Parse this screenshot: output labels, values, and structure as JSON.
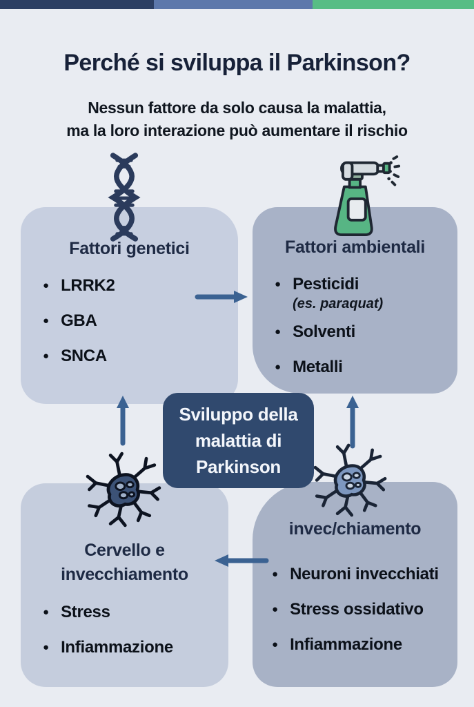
{
  "header": {
    "title": "Perché si sviluppa il Parkinson?",
    "subtitle_line1": "Nessun fattore da solo causa la malattia,",
    "subtitle_line2": "ma la loro interazione può aumentare il rischio"
  },
  "boxes": {
    "genetic": {
      "title": "Fattori genetici",
      "icon": "dna-icon",
      "items": [
        "LRRK2",
        "GBA",
        "SNCA"
      ]
    },
    "environment": {
      "title": "Fattori ambientali",
      "icon": "spray-bottle-icon",
      "items": [
        "Pesticidi",
        "Solventi",
        "Metalli"
      ],
      "item_note": "(es. paraquat)"
    },
    "brain": {
      "title_line1": "Cervello e",
      "title_line2": "invecchiamento",
      "icon": "neuron-icon",
      "items": [
        "Stress",
        "Infiammazione"
      ]
    },
    "aging": {
      "title": "invec/chiamento",
      "icon": "neuron-icon",
      "items": [
        "Neuroni invecchiati",
        "Stress ossidativo",
        "Infiammazione"
      ]
    }
  },
  "center_box": {
    "line1": "Sviluppo della",
    "line2": "malattia di",
    "line3": "Parkinson"
  },
  "colors": {
    "background": "#e9ecf2",
    "topbar_navy": "#2c3f63",
    "topbar_blue": "#5d78ab",
    "topbar_green": "#57bd85",
    "box_light": "#c7cfe0",
    "box_dark": "#a8b2c7",
    "center_box_navy": "#30496e",
    "arrow_blue": "#3b6292",
    "dna_navy": "#2b3b5c",
    "spray_green": "#57b584",
    "neuron_dark_fill": "#3c5276",
    "neuron_light_fill": "#7d97bf",
    "title_text": "#172138",
    "bullet_text": "#0c1119"
  }
}
